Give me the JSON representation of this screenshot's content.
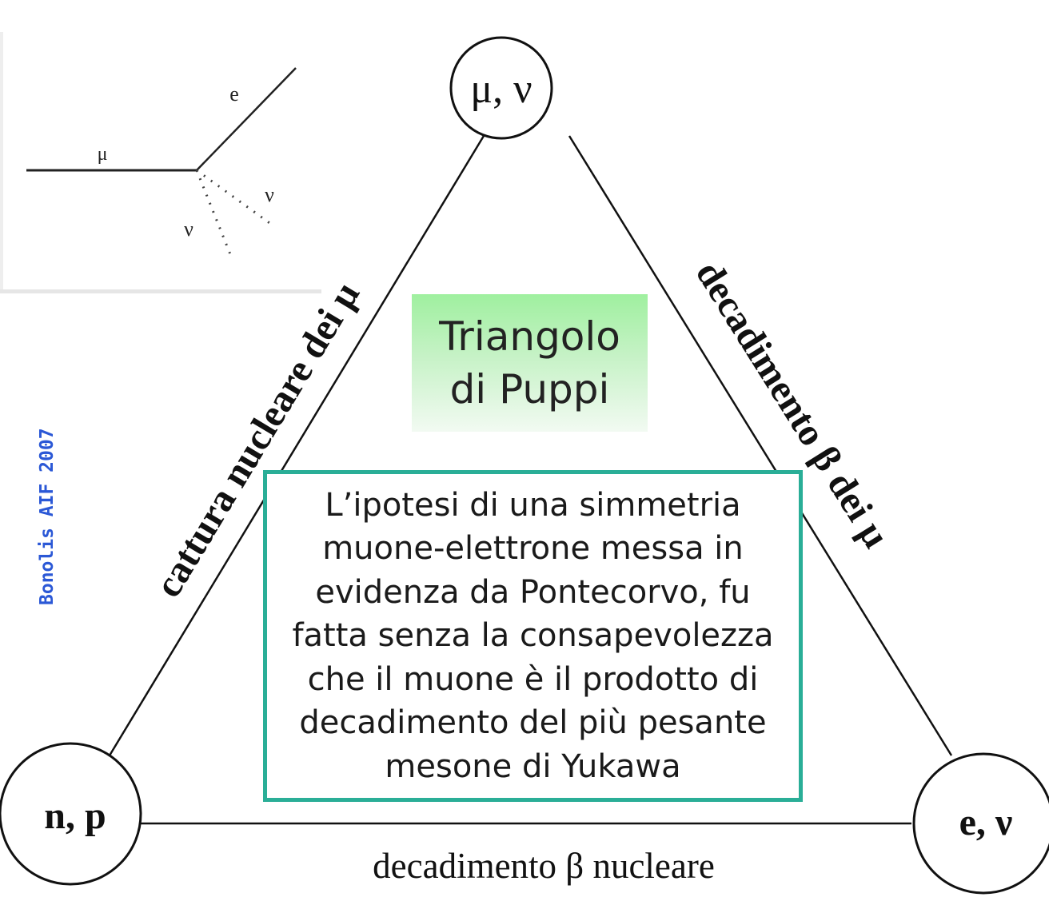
{
  "diagram": {
    "nodes": {
      "top": "μ, ν",
      "left": "n, p",
      "right": "e, ν"
    },
    "edges": {
      "left": "cattura nucleare dei μ",
      "right": "decadimento β dei μ",
      "bottom": "decadimento β nucleare"
    },
    "title_lines": [
      "Triangolo",
      "di Puppi"
    ],
    "note_lines": [
      "L’ipotesi di una simmetria",
      "muone-elettrone messa in",
      "evidenza da Pontecorvo, fu",
      "fatta senza la consapevolezza",
      "che il muone è il prodotto di",
      "decadimento del più pesante",
      "mesone di Yukawa"
    ],
    "inset": {
      "label_mu": "μ",
      "label_e": "e",
      "label_nu_left": "ν",
      "label_nu_right": "ν"
    },
    "credit": "Bonolis AIF 2007",
    "colors": {
      "note_border": "#2aae97",
      "credit_text": "#2b58d6",
      "title_bg_top": "#9ff09f",
      "line": "#111111"
    }
  }
}
